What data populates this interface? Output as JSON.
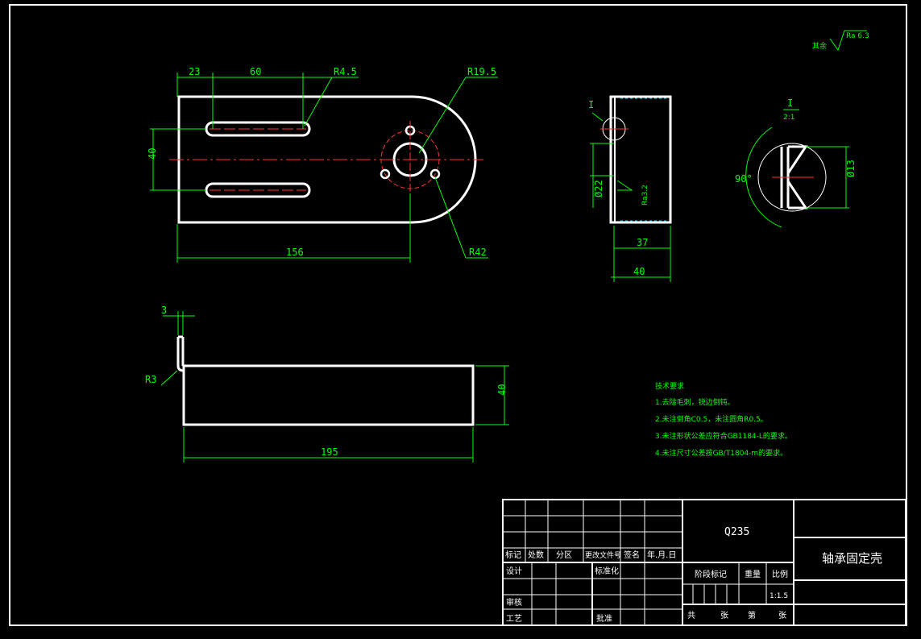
{
  "dimensions": {
    "top_23": "23",
    "top_60": "60",
    "slot_radius": "R4.5",
    "arc_radius": "R19.5",
    "height_40": "40",
    "length_156": "156",
    "outer_radius": "R42",
    "side_dia": "Ø22",
    "side_37": "37",
    "side_40": "40",
    "detail_label": "I",
    "detail_scale_top": "I",
    "detail_scale_bottom": "2:1",
    "detail_angle": "90°",
    "detail_dia": "Ø13",
    "roughness_side": "Ra3.2",
    "thickness_3": "3",
    "bend_radius": "R3",
    "front_40": "40",
    "front_195": "195"
  },
  "surface_note": {
    "prefix": "其余",
    "value": "Ra 6.3"
  },
  "tech_requirements": {
    "title": "技术要求",
    "items": [
      "1.去除毛刺，锐边倒钝。",
      "2.未注倒角C0.5，未注圆角R0.5。",
      "3.未注形状公差应符合GB1184-L的要求。",
      "4.未注尺寸公差按GB/T1804-m的要求。"
    ]
  },
  "title_block": {
    "material": "Q235",
    "part_name": "轴承固定壳",
    "header_row": [
      "标记",
      "处数",
      "分区",
      "更改文件号",
      "签名",
      "年.月.日"
    ],
    "design": "设计",
    "standardize": "标准化",
    "review": "审核",
    "process": "工艺",
    "approve": "批准",
    "stage_mark": "阶段标记",
    "weight": "重量",
    "scale": "比例",
    "scale_value": "1:1.5",
    "total": "共",
    "sheets": "张",
    "page": "第",
    "sheets2": "张"
  }
}
